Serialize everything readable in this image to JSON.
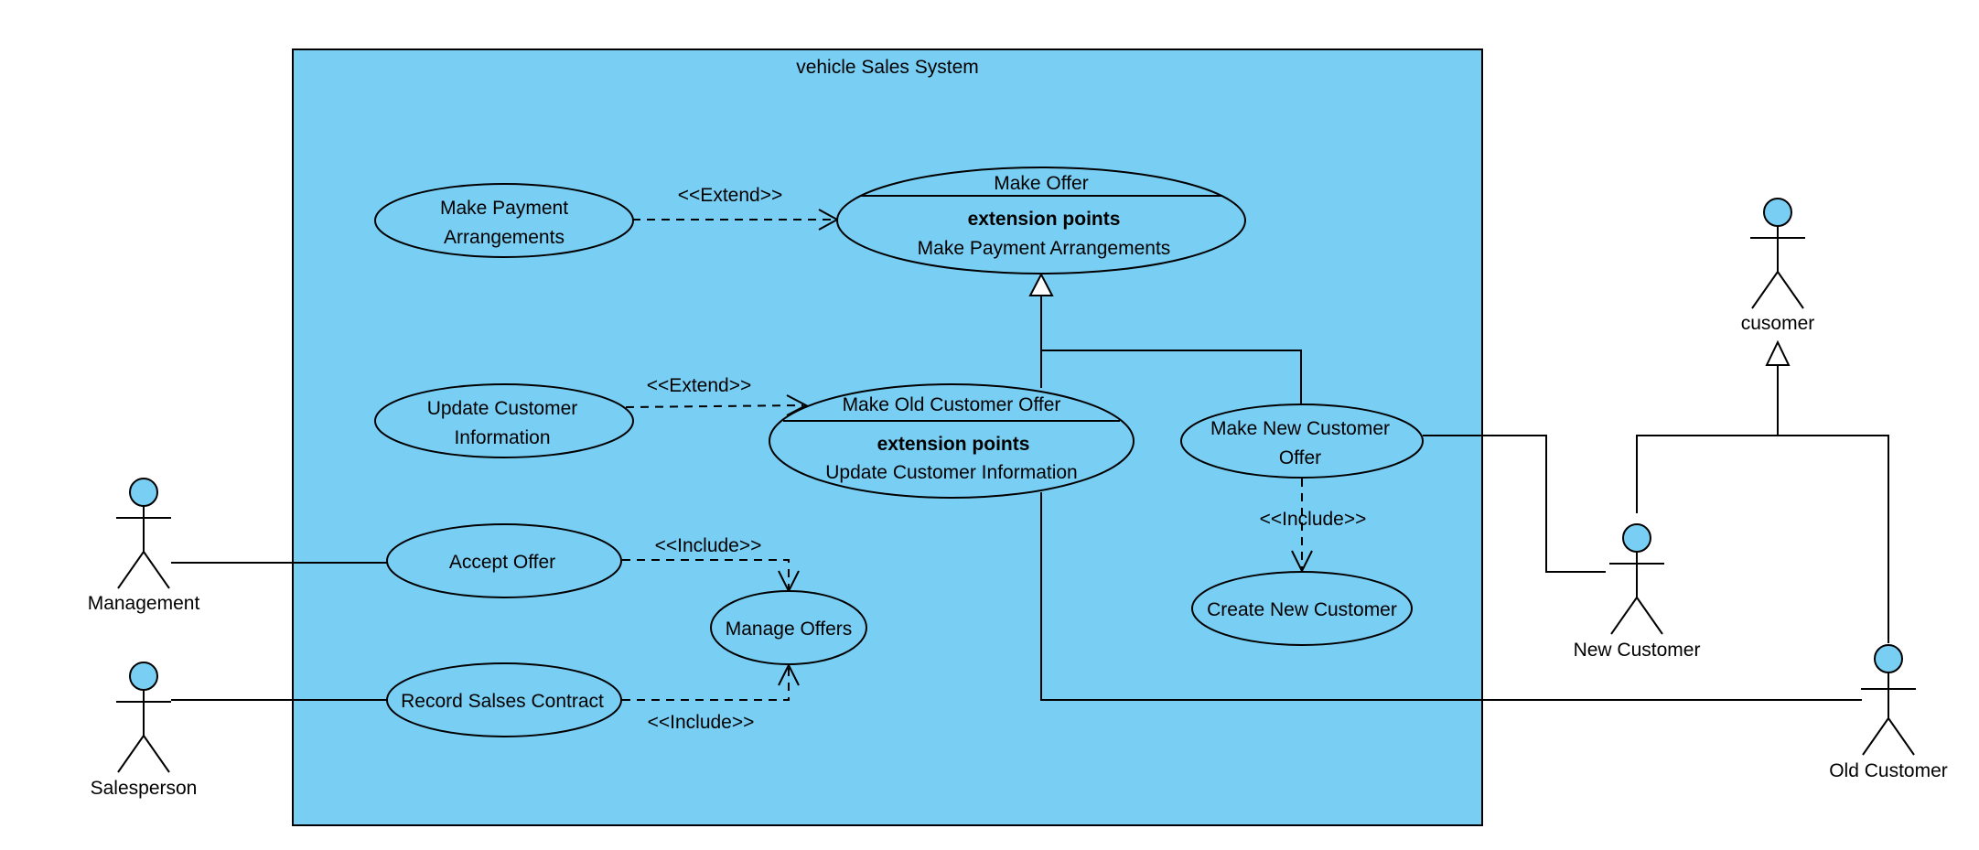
{
  "system": {
    "title": "vehicle Sales System"
  },
  "colors": {
    "fill": "#79cef4",
    "stroke": "#000000",
    "background": "#ffffff"
  },
  "use_cases": {
    "make_payment": {
      "line1": "Make Payment",
      "line2": "Arrangements"
    },
    "make_offer": {
      "name": "Make Offer",
      "ext_header": "extension points",
      "ext_point": "Make Payment Arrangements"
    },
    "update_customer": {
      "line1": "Update Customer",
      "line2": "Information"
    },
    "make_old_offer": {
      "name": "Make Old Customer Offer",
      "ext_header": "extension points",
      "ext_point": "Update Customer Information"
    },
    "make_new_offer": {
      "line1": "Make New Customer",
      "line2": "Offer"
    },
    "accept_offer": {
      "name": "Accept Offer"
    },
    "manage_offers": {
      "name": "Manage Offers"
    },
    "record_contract": {
      "name": "Record Salses Contract"
    },
    "create_customer": {
      "name": "Create New Customer"
    }
  },
  "relations": {
    "extend_payment": "<<Extend>>",
    "extend_update": "<<Extend>>",
    "include_accept": "<<Include>>",
    "include_record": "<<Include>>",
    "include_create": "<<Include>>"
  },
  "actors": {
    "management": "Management",
    "salesperson": "Salesperson",
    "customer": "cusomer",
    "new_customer": "New Customer",
    "old_customer": "Old Customer"
  }
}
